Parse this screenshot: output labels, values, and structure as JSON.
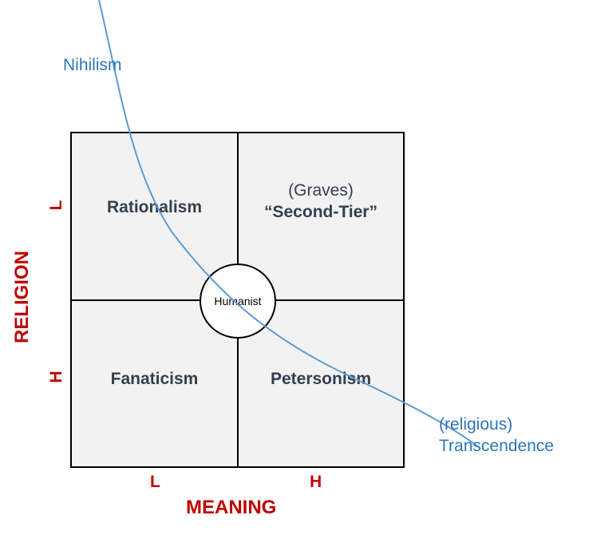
{
  "quadrants": {
    "top_left": {
      "label": "Rationalism"
    },
    "top_right": {
      "sub": "(Graves)",
      "label": "“Second-Tier”"
    },
    "bottom_left": {
      "label": "Fanaticism"
    },
    "bottom_right": {
      "label": "Petersonism"
    }
  },
  "center": {
    "label": "Humanist"
  },
  "axes": {
    "x": {
      "title": "MEANING",
      "low": "L",
      "high": "H"
    },
    "y": {
      "title": "RELIGION",
      "low": "L",
      "high": "H"
    }
  },
  "curve": {
    "start_label": "Nihilism",
    "end_label_line1": "(religious)",
    "end_label_line2": "Transcendence"
  },
  "colors": {
    "axis": "#c00000",
    "curve": "#5b9bd5",
    "curve_text": "#2e75b6",
    "quadrant_fill": "#f2f2f2",
    "quadrant_text": "#333f4f"
  }
}
